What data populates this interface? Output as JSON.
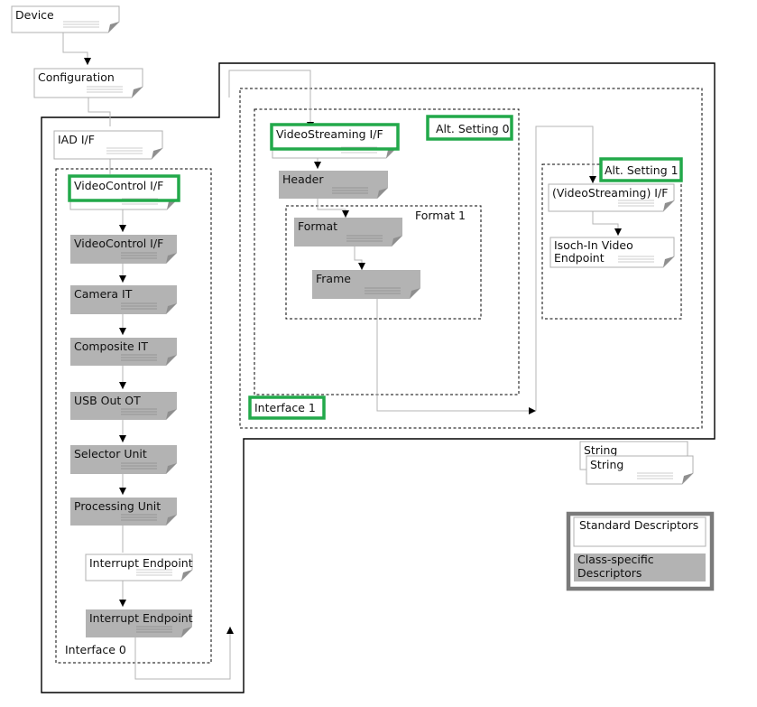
{
  "colors": {
    "std_fill": "#ffffff",
    "class_fill": "#b3b3b3",
    "doc_border": "#b0b0b0",
    "highlight": "#22a94a",
    "line": "#000000",
    "connector": "#b5b5b5",
    "legend_border": "#7a7a7a"
  },
  "descriptors": {
    "device": "Device",
    "configuration": "Configuration",
    "iad": "IAD I/F",
    "vc_std": "VideoControl I/F",
    "vc_class": "VideoControl I/F",
    "camera_it": "Camera IT",
    "composite_it": "Composite IT",
    "usb_out_ot": "USB Out OT",
    "selector_unit": "Selector Unit",
    "processing_unit": "Processing Unit",
    "int_ep_std": "Interrupt Endpoint",
    "int_ep_class": "Interrupt Endpoint",
    "vs_if": "VideoStreaming I/F",
    "header": "Header",
    "format": "Format",
    "frame": "Frame",
    "vs_alt1": "(VideoStreaming) I/F",
    "isoch_line1": "Isoch-In Video",
    "isoch_line2": "Endpoint",
    "string_a": "String",
    "string_b": "String"
  },
  "groups": {
    "interface0": "Interface 0",
    "interface1": "Interface 1",
    "alt0": "Alt. Setting 0",
    "alt1": "Alt. Setting 1",
    "format1": "Format 1"
  },
  "legend": {
    "standard": "Standard Descriptors",
    "class_line1": "Class-specific",
    "class_line2": "Descriptors"
  }
}
